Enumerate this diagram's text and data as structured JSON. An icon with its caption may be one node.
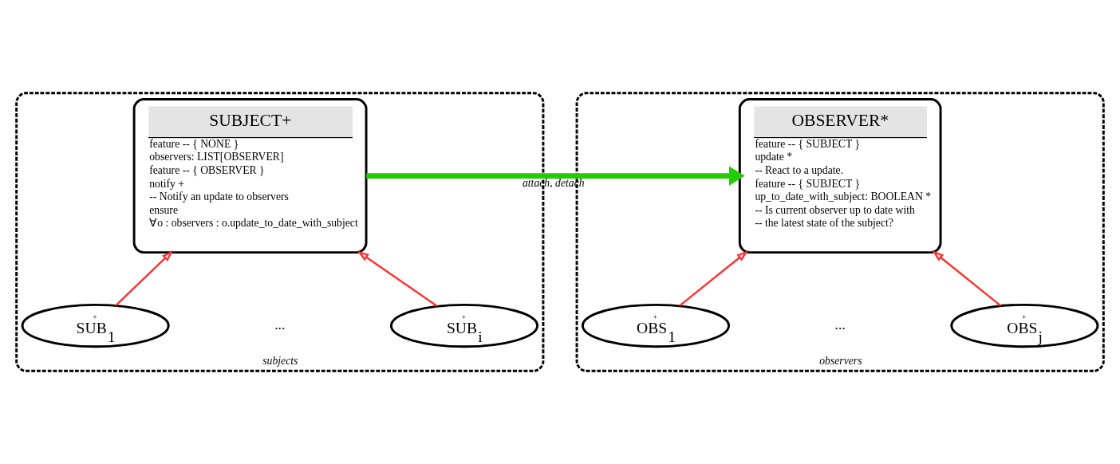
{
  "diagram": {
    "nodes": [
      {
        "text": [
          "subjects"
        ]
      },
      {
        "text": [
          "SUBJECT+",
          "feature -- { NONE }",
          "observers: LIST[OBSERVER]",
          "feature -- { OBSERVER }",
          "notify +",
          "-- Notify an update to observers",
          "ensure",
          "∀o : observers : o.update_to_date_with_subject"
        ],
        "in": 0
      },
      {
        "text": [
          "+",
          "SUB$_{1}$"
        ],
        "in": 0
      },
      {
        "text": [
          "+",
          "SUB$_{i}$"
        ],
        "in": 0
      },
      {
        "text": [
          "observers"
        ]
      },
      {
        "text": [
          "OBSERVER*",
          "feature -- { SUBJECT }",
          "update *",
          "-- React to a update.",
          "feature -- { SUBJECT }",
          "up_to_date_with_subject: BOOLEAN *",
          "-- Is current observer up to date with",
          "-- the latest state of the subject?"
        ],
        "in": 4
      },
      {
        "text": [
          "+",
          "OBS$_{1}$"
        ],
        "in": 4
      },
      {
        "text": [
          "+",
          "OBS$_{j}$"
        ],
        "in": 4
      }
    ],
    "edges": [
      {
        "from": 2,
        "to": 1,
        "arrow": "to"
      },
      {
        "from": 3,
        "to": 1,
        "arrow": "to"
      },
      {
        "from": 1,
        "to": 5,
        "arrow": "to",
        "label": "attach, detach",
        "style": "thick",
        "color": "#22cc00"
      },
      {
        "from": 6,
        "to": 5,
        "arrow": "to"
      },
      {
        "from": 7,
        "to": 5,
        "arrow": "to"
      }
    ],
    "labels": [
      "...",
      "..."
    ]
  }
}
